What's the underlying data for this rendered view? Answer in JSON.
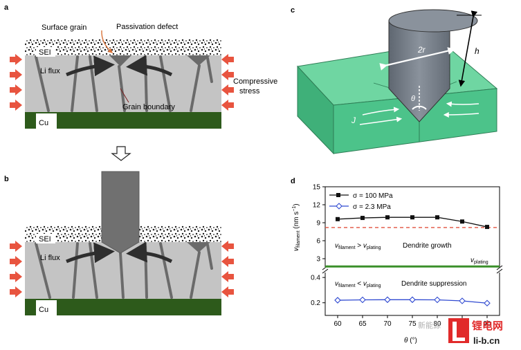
{
  "panels": {
    "a": "a",
    "b": "b",
    "c": "c",
    "d": "d"
  },
  "panel_a": {
    "surface_grain": "Surface grain",
    "passivation_defect": "Passivation defect",
    "sei": "SEI",
    "li_flux": "Li flux",
    "grain_boundary": "Grain boundary",
    "cu": "Cu",
    "compressive_stress": [
      "Compressive",
      "stress"
    ]
  },
  "panel_b": {
    "sei": "SEI",
    "li_flux": "Li flux",
    "cu": "Cu"
  },
  "panel_c": {
    "radius": "2r",
    "height": "h",
    "angle": "θ",
    "flux": "J"
  },
  "colors": {
    "lithium": "#c4c4c4",
    "grain": "#6a6a6a",
    "copper": "#2d5a1b",
    "stress_arrow": "#e8543f",
    "defect_arrow": "#d9733a",
    "electrolyte": "#4cc38a",
    "filament": "#737b86",
    "series_100": "#111111",
    "series_2_3": "#2f49d1",
    "threshold": "#e0503f",
    "plating": "#3a8f2a"
  },
  "chart_data": {
    "type": "line",
    "ylabel": "v_filament (nm s⁻¹)",
    "xlabel": "θ (°)",
    "x": [
      60,
      65,
      70,
      75,
      80,
      85,
      90
    ],
    "xticks": [
      "60",
      "65",
      "70",
      "75",
      "80",
      "85",
      "90"
    ],
    "y_upper_ticks": [
      "15",
      "12",
      "9",
      "6",
      "3"
    ],
    "y_lower_ticks": [
      "0.4",
      "0.2"
    ],
    "ylim_upper": [
      1.5,
      15
    ],
    "ylim_lower": [
      0.1,
      0.45
    ],
    "axis_break": true,
    "series": [
      {
        "name": "σ = 100 MPa",
        "marker": "square",
        "values": [
          9.6,
          9.8,
          9.9,
          9.9,
          9.9,
          9.2,
          8.3
        ]
      },
      {
        "name": "σ = 2.3 MPa",
        "marker": "diamond-open",
        "values": [
          0.22,
          0.223,
          0.224,
          0.224,
          0.223,
          0.215,
          0.197
        ]
      }
    ],
    "threshold_value": 8.2,
    "plating_value": 1.7,
    "plating_label": "v_plating",
    "annotations": [
      {
        "text": "v_filament > v_plating",
        "note": "Dendrite growth"
      },
      {
        "text": "v_filament < v_plating",
        "note": "Dendrite suppression"
      }
    ],
    "legend_position": "top-left"
  },
  "watermark": {
    "cn": "锂电网",
    "url": "li-b.cn",
    "small": "新能源"
  }
}
